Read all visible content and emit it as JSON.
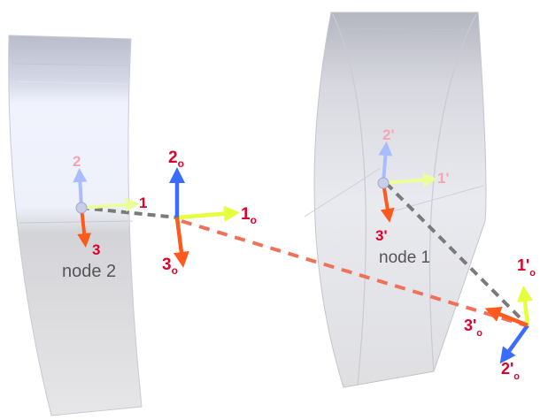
{
  "nodes": {
    "node2": {
      "name": "node 2"
    },
    "node1": {
      "name": "node 1"
    }
  },
  "frames": {
    "node2_local": {
      "axis1": "1",
      "axis2": "2",
      "axis3": "3"
    },
    "origin": {
      "axis1": "1",
      "axis2": "2",
      "axis3": "3",
      "subscript": "o"
    },
    "node1_local": {
      "axis1": "1'",
      "axis2": "2'",
      "axis3": "3'"
    },
    "node1_origin": {
      "axis1": "1'",
      "axis2": "2'",
      "axis3": "3'",
      "subscript": "o"
    }
  },
  "colors": {
    "axis1_yellow": "#e6ff3a",
    "axis2_blue": "#3a6cff",
    "axis3_orange": "#ff5a1e",
    "label_red": "#e0002a",
    "label_pink": "#f4a6b4",
    "dash_grey": "#7a7a7a",
    "dash_orange": "#f0715a",
    "node_label_grey": "#555555"
  }
}
